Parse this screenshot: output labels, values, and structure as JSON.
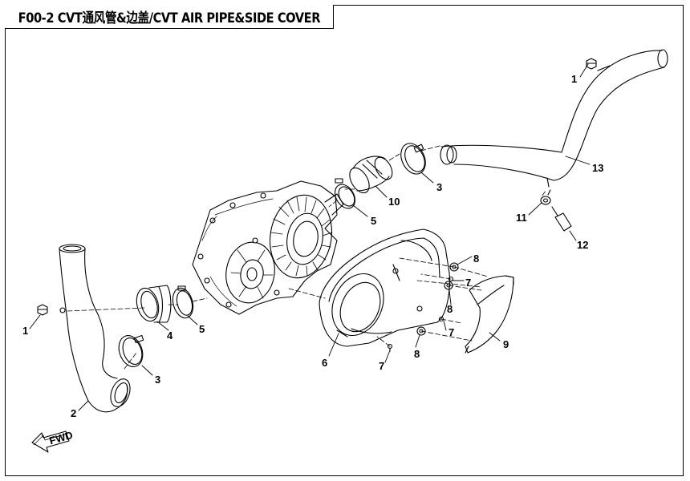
{
  "title": "F00-2 CVT通风管&边盖/CVT AIR PIPE&SIDE COVER",
  "fwd_label": "FWD",
  "callouts": [
    {
      "id": "c1a",
      "text": "1"
    },
    {
      "id": "c1b",
      "text": "1"
    },
    {
      "id": "c2",
      "text": "2"
    },
    {
      "id": "c3a",
      "text": "3"
    },
    {
      "id": "c3b",
      "text": "3"
    },
    {
      "id": "c4",
      "text": "4"
    },
    {
      "id": "c5a",
      "text": "5"
    },
    {
      "id": "c5b",
      "text": "5"
    },
    {
      "id": "c6",
      "text": "6"
    },
    {
      "id": "c7a",
      "text": "7"
    },
    {
      "id": "c7b",
      "text": "7"
    },
    {
      "id": "c7c",
      "text": "7"
    },
    {
      "id": "c8a",
      "text": "8"
    },
    {
      "id": "c8b",
      "text": "8"
    },
    {
      "id": "c8c",
      "text": "8"
    },
    {
      "id": "c9",
      "text": "9"
    },
    {
      "id": "c10",
      "text": "10"
    },
    {
      "id": "c11",
      "text": "11"
    },
    {
      "id": "c12",
      "text": "12"
    },
    {
      "id": "c13",
      "text": "13"
    }
  ]
}
